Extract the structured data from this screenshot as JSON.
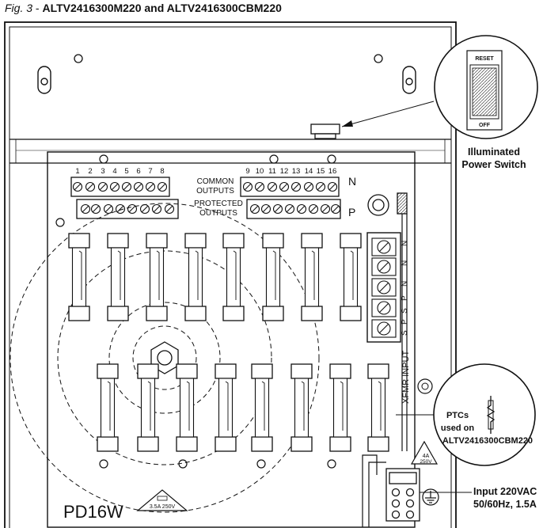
{
  "figure": {
    "prefix": "Fig. 3",
    "separator": " - ",
    "models": "ALTV2416300M220 and ALTV2416300CBM220"
  },
  "power_switch": {
    "reset_label": "RESET",
    "off_label": "OFF",
    "caption_line1": "Illuminated",
    "caption_line2": "Power Switch"
  },
  "board": {
    "common_outputs_line1": "COMMON",
    "common_outputs_line2": "OUTPUTS",
    "protected_outputs_line1": "PROTECTED",
    "protected_outputs_line2": "OUTPUTS",
    "n_label": "N",
    "p_label": "P",
    "left_numbers": [
      "1",
      "2",
      "3",
      "4",
      "5",
      "6",
      "7",
      "8"
    ],
    "right_numbers": [
      "9",
      "10",
      "11",
      "12",
      "13",
      "14",
      "15",
      "16"
    ],
    "model_label": "PD16W",
    "fuse_warning": "3.5A 250V",
    "xfmr_label": "XFMR INPUT",
    "strip_letters": [
      "N",
      "N",
      "N",
      "P",
      "S",
      "P",
      "S"
    ],
    "fuse_4a_line1": "4A",
    "fuse_4a_line2": "250V"
  },
  "ptc_callout": {
    "line1": "PTCs",
    "line2": "used on",
    "line3": "ALTV2416300CBM220"
  },
  "input_callout": {
    "line1": "Input 220VAC",
    "line2": "50/60Hz, 1.5A"
  }
}
